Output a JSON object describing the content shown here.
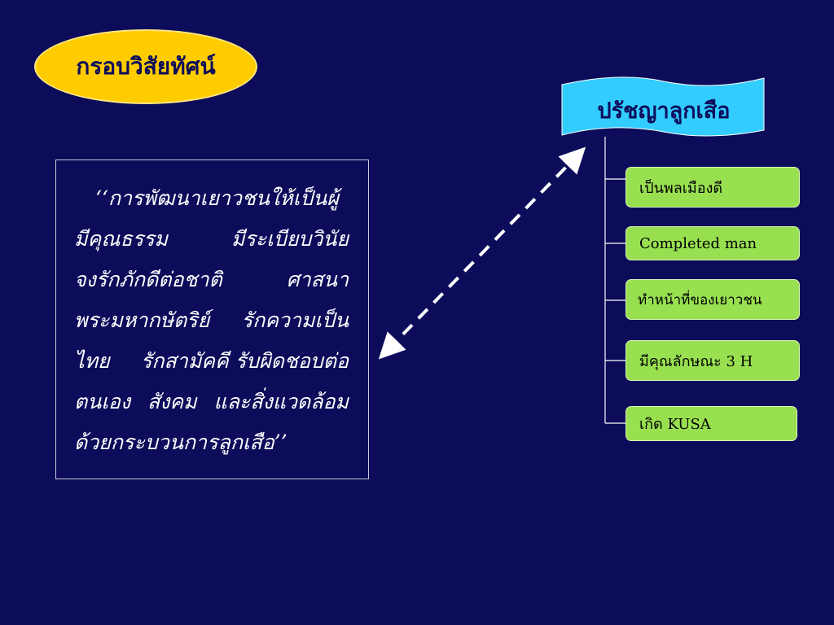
{
  "title": {
    "label": "กรอบวิสัยทัศน์"
  },
  "quote": {
    "lines": [
      [
        "‘‘การพัฒนาเยาวชนให้เป็นผู้"
      ],
      [
        "มีคุณธรรม",
        "มีระเบียบวินัย"
      ],
      [
        "จงรักภักดีต่อชาติ",
        "ศาสนา"
      ],
      [
        "พระมหากษัตริย์",
        "รักความเป็น"
      ],
      [
        "ไทย",
        "รักสามัคคี รับผิดชอบต่อ"
      ],
      [
        "ตนเอง",
        "สังคม",
        "และสิ่งแวดล้อม"
      ],
      [
        "ด้วยกระบวนการลูกเสือ’’"
      ]
    ]
  },
  "philosophy": {
    "header": "ปรัชญาลูกเสือ",
    "items": [
      {
        "label": "เป็นพลเมืองดี"
      },
      {
        "label": "Completed man"
      },
      {
        "label": "ทำหน้าที่ของเยาวชน"
      },
      {
        "label": "มีคุณลักษณะ 3 H"
      },
      {
        "label": "เกิด KUSA"
      }
    ]
  },
  "colors": {
    "background": "#0c0c5a",
    "title_fill": "#ffcc00",
    "header_fill": "#33ccff",
    "item_fill": "#99e051",
    "arrow": "#ffffff"
  }
}
